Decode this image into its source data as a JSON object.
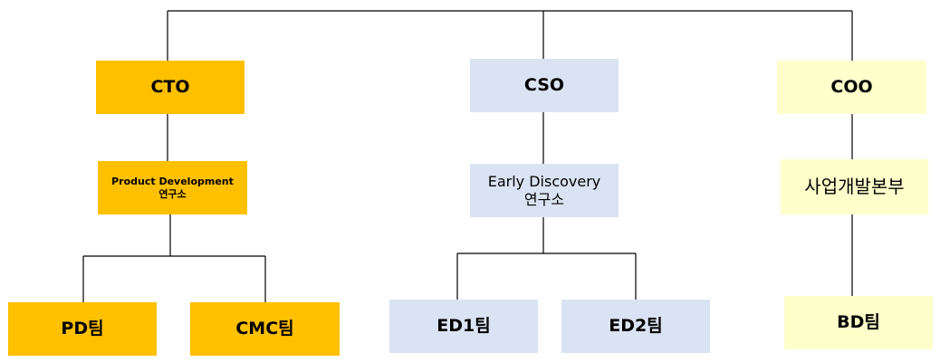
{
  "colors": {
    "cto_branch": "#FFC000",
    "cso_branch": "#DAE3F3",
    "coo_branch": "#FFFFCC",
    "line": "#000000"
  },
  "chart": {
    "cto": {
      "label": "CTO"
    },
    "cso": {
      "label": "CSO"
    },
    "coo": {
      "label": "COO"
    },
    "pd_lab": {
      "line1": "Product Development",
      "line2": "연구소"
    },
    "ed_lab": {
      "line1": "Early Discovery",
      "line2": "연구소"
    },
    "biz_dev": {
      "label": "사업개발본부"
    },
    "pd_team": {
      "label": "PD팀"
    },
    "cmc_team": {
      "label": "CMC팀"
    },
    "ed1_team": {
      "label": "ED1팀"
    },
    "ed2_team": {
      "label": "ED2팀"
    },
    "bd_team": {
      "label": "BD팀"
    }
  }
}
